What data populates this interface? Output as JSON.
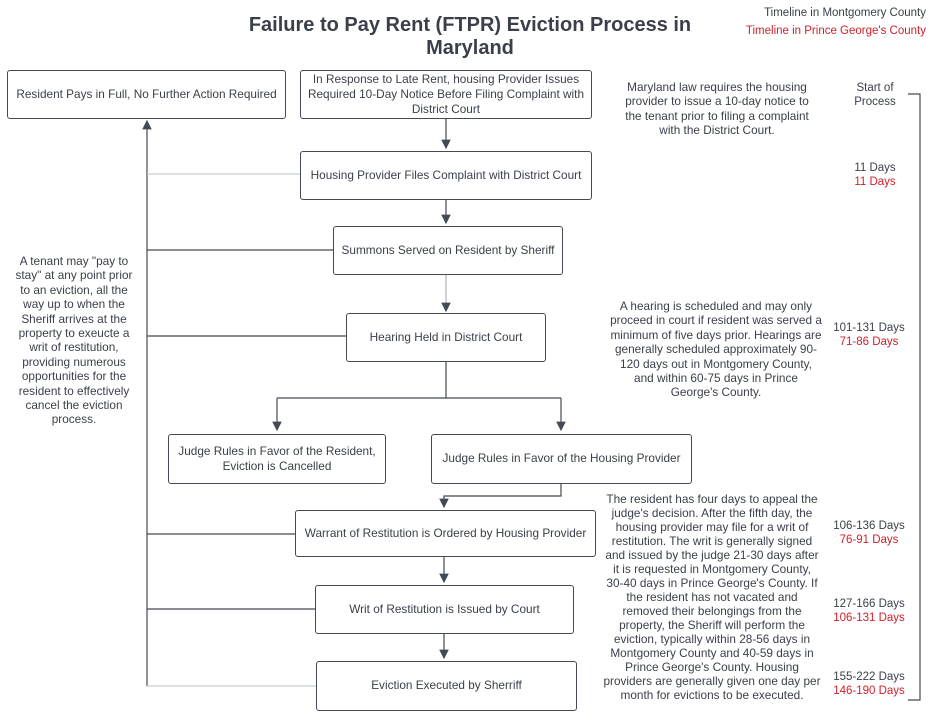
{
  "title": "Failure to Pay Rent (FTPR) Eviction Process in Maryland",
  "legend": {
    "montgomery": "Timeline in Montgomery County",
    "prince_georges": "Timeline in Prince George's County",
    "montgomery_color": "#3a3f4a",
    "prince_georges_color": "#d0212a"
  },
  "boxes": {
    "pays_full": "Resident Pays in Full, No Further Action Required",
    "notice": "In Response to Late Rent, housing Provider Issues Required 10-Day Notice Before Filing Complaint with District Court",
    "files_complaint": "Housing Provider Files Complaint with District Court",
    "summons": "Summons Served on Resident by Sheriff",
    "hearing": "Hearing Held in District Court",
    "rules_resident": "Judge Rules in Favor of the Resident, Eviction is Cancelled",
    "rules_provider": "Judge Rules in Favor of the Housing Provider",
    "warrant": "Warrant of Restitution is Ordered by Housing Provider",
    "writ": "Writ of Restitution is Issued by Court",
    "executed": "Eviction Executed by Sherriff"
  },
  "notes": {
    "notice_law": "Maryland law requires the housing provider to issue a 10-day notice to the tenant prior to filing a complaint with the District Court.",
    "pay_to_stay": "A tenant may \"pay to stay\" at any point prior to an eviction, all the way up to when the Sheriff arrives at the property to exeucte a writ of restitution, providing numerous opportunities for the resident to effectively cancel the eviction process.",
    "hearing_info": "A hearing is scheduled and may only proceed in court if resident was served a minimum of five days prior. Hearings are generally scheduled approximately 90-120 days out in Montgomery County, and within 60-75 days in Prince George's County.",
    "appeal_info": "The resident has four days to appeal the judge's decision.  After the fifth day, the housing provider may file for a writ of restitution.  The writ is generally signed and issued by the judge 21-30 days after it is requested in Montgomery County, 30-40 days in Prince George's County.  If the resident has not vacated and removed their belongings from the property, the Sheriff will perform the eviction, typically within 28-56 days in Montgomery County and 40-59 days in Prince George's County.  Housing providers are generally given one day per month for evictions to be executed."
  },
  "timeline": [
    {
      "mc": "Start of Process",
      "pg": ""
    },
    {
      "mc": "11 Days",
      "pg": "11 Days"
    },
    {
      "mc": "101-131 Days",
      "pg": "71-86 Days"
    },
    {
      "mc": "106-136 Days",
      "pg": "76-91 Days"
    },
    {
      "mc": "127-166 Days",
      "pg": "106-131 Days"
    },
    {
      "mc": "155-222 Days",
      "pg": "146-190 Days"
    }
  ]
}
